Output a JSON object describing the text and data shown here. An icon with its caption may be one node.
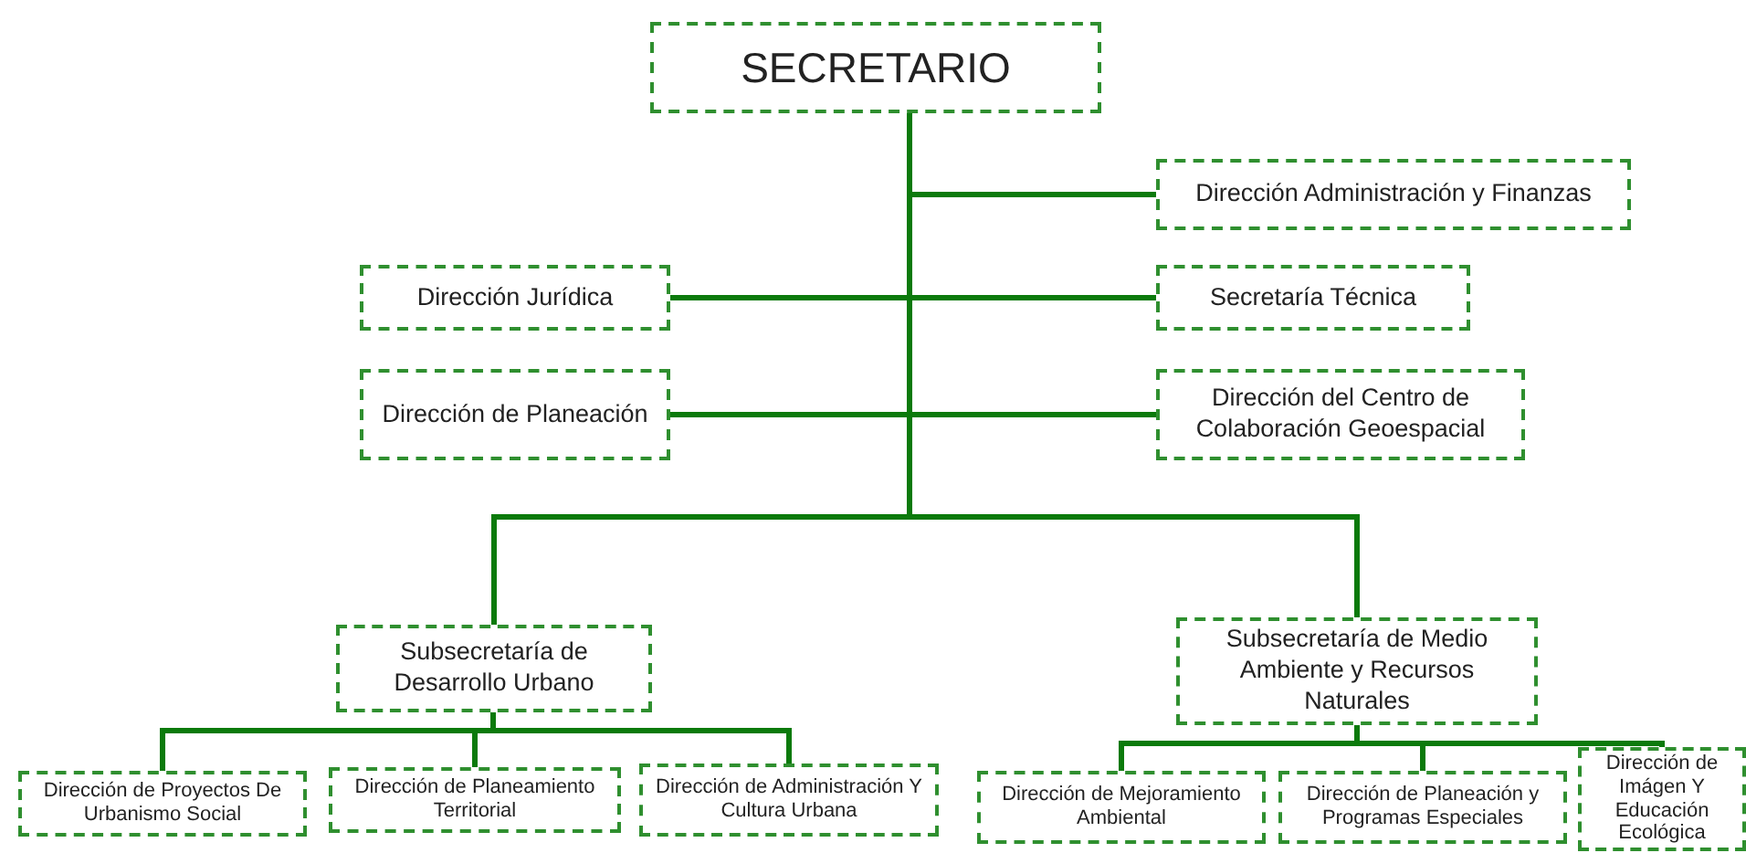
{
  "diagram": {
    "nodes": [
      {
        "text": [
          "SECRETARIO"
        ]
      },
      {
        "text": [
          "Dirección Administración y Finanzas"
        ]
      },
      {
        "text": [
          "Dirección Jurídica"
        ]
      },
      {
        "text": [
          "Secretaría Técnica"
        ]
      },
      {
        "text": [
          "Dirección de Planeación"
        ]
      },
      {
        "text": [
          "Dirección del Centro de Colaboración Geoespacial"
        ]
      },
      {
        "text": [
          "Subsecretaría de Desarrollo Urbano"
        ]
      },
      {
        "text": [
          "Subsecretaría de Medio Ambiente y Recursos Naturales"
        ]
      },
      {
        "text": [
          "Dirección de Proyectos De Urbanismo Social"
        ]
      },
      {
        "text": [
          "Dirección de Planeamiento Territorial"
        ]
      },
      {
        "text": [
          "Dirección de Administración Y Cultura Urbana"
        ]
      },
      {
        "text": [
          "Dirección de Mejoramiento Ambiental"
        ]
      },
      {
        "text": [
          "Dirección de Planeación y Programas Especiales"
        ]
      },
      {
        "text": [
          "Dirección de Imágen Y Educación Ecológica"
        ]
      }
    ],
    "edges": [
      {
        "from": 0,
        "to": 1,
        "arrow": "none"
      },
      {
        "from": 0,
        "to": 2,
        "arrow": "none"
      },
      {
        "from": 0,
        "to": 3,
        "arrow": "none"
      },
      {
        "from": 0,
        "to": 4,
        "arrow": "none"
      },
      {
        "from": 0,
        "to": 5,
        "arrow": "none"
      },
      {
        "from": 0,
        "to": 6,
        "arrow": "none"
      },
      {
        "from": 0,
        "to": 7,
        "arrow": "none"
      },
      {
        "from": 6,
        "to": 8,
        "arrow": "none"
      },
      {
        "from": 6,
        "to": 9,
        "arrow": "none"
      },
      {
        "from": 6,
        "to": 10,
        "arrow": "none"
      },
      {
        "from": 7,
        "to": 11,
        "arrow": "none"
      },
      {
        "from": 7,
        "to": 12,
        "arrow": "none"
      },
      {
        "from": 7,
        "to": 13,
        "arrow": "none"
      }
    ]
  }
}
